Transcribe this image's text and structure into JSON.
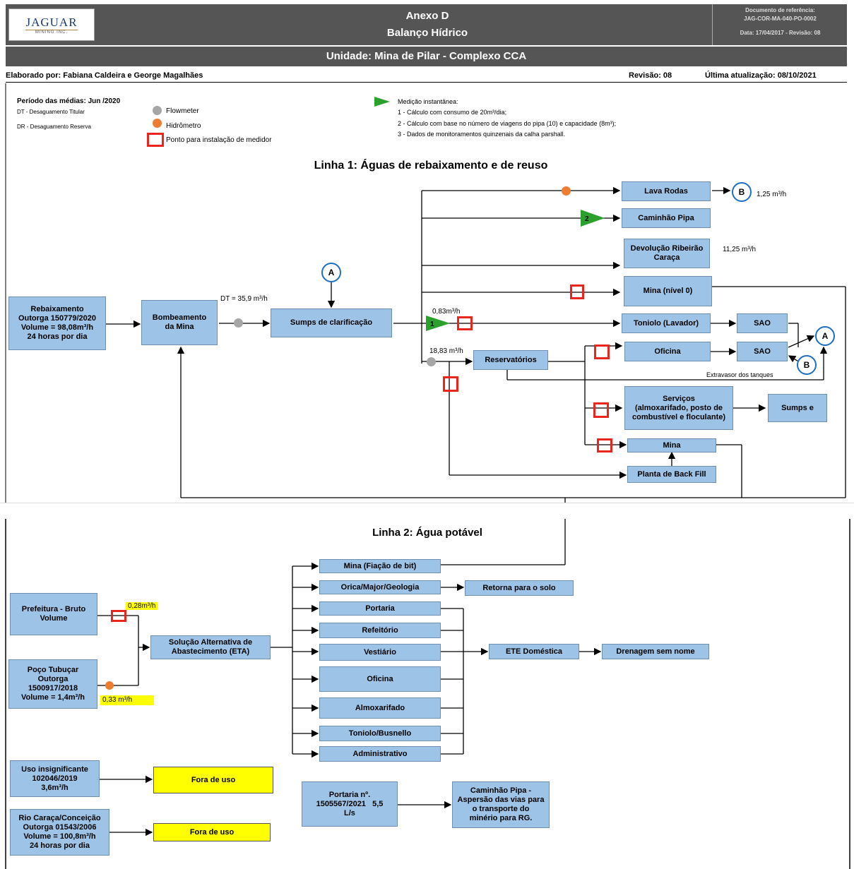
{
  "header": {
    "logo": "JAGUAR",
    "logo_sub": "MINING INC.",
    "title1": "Anexo D",
    "title2": "Balanço Hídrico",
    "ref_label": "Documento de referência:",
    "ref_code": "JAG-COR-MA-040-PO-0002",
    "ref_date": "Data: 17/04/2017 - Revisão: 08",
    "unit": "Unidade: Mina de Pilar - Complexo CCA",
    "elaborated": "Elaborado por: Fabiana Caldeira e George Magalhães",
    "revision": "Revisão: 08",
    "updated": "Última atualização: 08/10/2021"
  },
  "legend": {
    "period": "Período das médias: Jun /2020",
    "dt": "DT - Desaguamento Titular",
    "dr": "DR - Desaguamento Reserva",
    "flowmeter": "Flowmeter",
    "hidrometro": "Hidrômetro",
    "ponto": "Ponto para instalação de medidor",
    "medicao": "Medição instantânea:",
    "m1": "1 - Cálculo com consumo de 20m³/dia;",
    "m2": "2 - Cálculo com base no número de viagens do pipa (10) e capacidade (8m³);",
    "m3": "3 - Dados de monitoramentos quinzenais da calha parshall.",
    "colors": {
      "flowmeter": "#a6a6a6",
      "hidrometro": "#ed7d31",
      "ponto": "#e8261d",
      "medicao": "#2ca02c"
    }
  },
  "linha1": {
    "title": "Linha 1: Águas de rebaixamento e de reuso",
    "rebaixamento": [
      "Rebaixamento",
      "Outorga 150779/2020",
      "Volume = 98,08m³/h",
      "24 horas por dia"
    ],
    "bombeamento": [
      "Bombeamento",
      "da Mina"
    ],
    "dt": "DT = 35,9 m³/h",
    "sumps": "Sumps de clarificação",
    "lava_rodas": "Lava Rodas",
    "lava_flow": "1,25 m³/h",
    "caminhao": "Caminhão Pipa",
    "devolucao": [
      "Devolução Ribeirão",
      "Caraça"
    ],
    "devolucao_flow": "11,25 m³/h",
    "mina0": "Mina (nível 0)",
    "flow_083": "0,83m³/h",
    "toniolo": "Toniolo (Lavador)",
    "sao": "SAO",
    "flow_1883": "18,83 m³/h",
    "reservatorios": "Reservatórios",
    "oficina": "Oficina",
    "extravasor": "Extravasor dos tanques",
    "servicos": [
      "Serviços",
      "(almoxarifado, posto de",
      "combustível e floculante)"
    ],
    "sumps_e": "Sumps e",
    "mina": "Mina",
    "backfill": "Planta de Back Fill",
    "circle_a": "A",
    "circle_b": "B",
    "tri_1": "1",
    "tri_2": "2"
  },
  "linha2": {
    "title": "Linha 2: Água potável",
    "prefeitura": [
      "Prefeitura - Bruto",
      "Volume"
    ],
    "flow_028": "0,28m³/h",
    "poco": [
      "Poço Tubuçar",
      "Outorga",
      "1500917/2018",
      "Volume = 1,4m³/h"
    ],
    "flow_033": "0,33 m³/h",
    "solucao": [
      "Solução Alternativa de",
      "Abastecimento (ETA)"
    ],
    "mina_fiacao": "Mina (Fiação de bit)",
    "orica": "Orica/Major/Geologia",
    "retorna": "Retorna para o solo",
    "portaria": "Portaria",
    "refeitorio": "Refeitório",
    "vestiario": "Vestiário",
    "oficina": "Oficina",
    "almoxarifado": "Almoxarifado",
    "toniolo": "Toniolo/Busnello",
    "administrativo": "Administrativo",
    "ete": "ETE Doméstica",
    "drenagem": "Drenagem sem nome",
    "uso": [
      "Uso insignificante",
      "102046/2019",
      "3,6m³/h"
    ],
    "fora1": "Fora de uso",
    "rio": [
      "Rio Caraça/Conceição",
      "Outorga 01543/2006",
      "Volume = 100,8m³/h",
      "24 horas por dia"
    ],
    "fora2": "Fora de uso",
    "portaria_n": [
      "Portaria nº.",
      "1505567/2021",
      "5,5",
      "L/s"
    ],
    "caminhao_pipa": [
      "Caminhão Pipa -",
      "Aspersão das vias para",
      "o transporte do",
      "minério para RG."
    ]
  }
}
